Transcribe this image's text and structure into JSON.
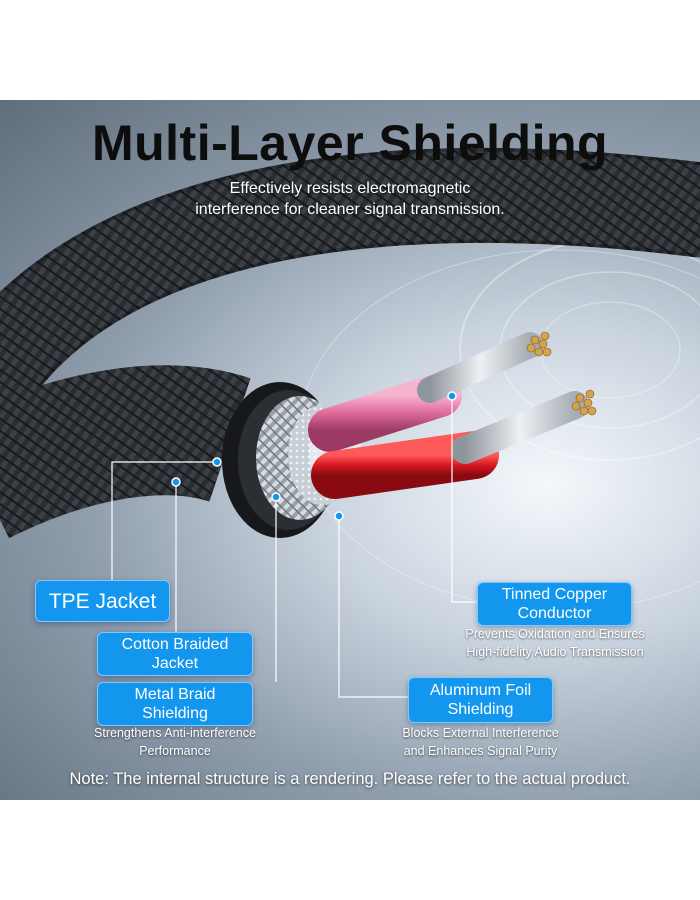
{
  "title": "Multi-Layer Shielding",
  "subtitle": [
    "Effectively resists electromagnetic",
    "interference for cleaner signal transmission."
  ],
  "labels": {
    "tpe_jacket": [
      "TPE Jacket"
    ],
    "cotton_braided_jacket": [
      "Cotton Braided",
      "Jacket"
    ],
    "metal_braid_shielding": [
      "Metal Braid",
      "Shielding"
    ],
    "aluminum_foil_shielding": [
      "Aluminum Foil",
      "Shielding"
    ],
    "tinned_copper_conductor": [
      "Tinned Copper",
      "Conductor"
    ]
  },
  "descriptions": {
    "metal_braid_shielding": [
      "Strengthens Anti-interference",
      "Performance"
    ],
    "aluminum_foil_shielding": [
      "Blocks External Interference",
      "and Enhances Signal Purity"
    ],
    "tinned_copper_conductor": [
      "Prevents Oxidation and Ensures",
      "High-fidelity Audio Transmission"
    ]
  },
  "note": "Note: The internal structure is a rendering. Please refer to the actual product.",
  "colors": {
    "label_background": "#1296ee",
    "label_text": "#ffffff",
    "title_text": "#0d0d0d",
    "wire_red": "#e0202a",
    "wire_pink": "#e87aa6",
    "copper_tin": "#c8ccd2"
  }
}
